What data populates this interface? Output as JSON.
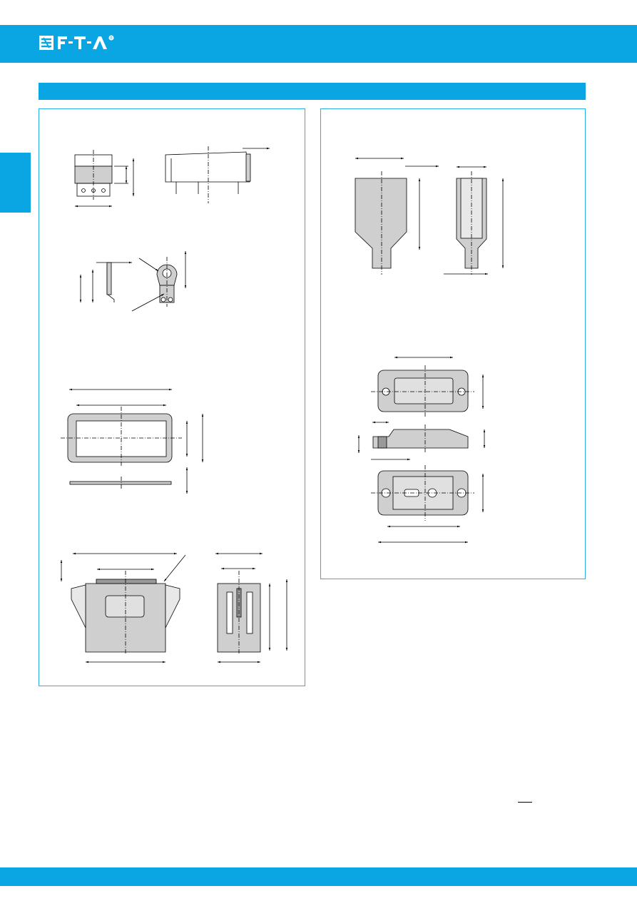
{
  "brand": {
    "logo_text": "F-T-A",
    "registered_mark": "®",
    "accent_color": "#0aa6e4"
  },
  "sections": {
    "title_bar": "",
    "left_panel": {
      "label": ""
    },
    "right_panel": {
      "label": ""
    }
  },
  "drawings": [
    {
      "name": "connector-front-view"
    },
    {
      "name": "connector-side-view"
    },
    {
      "name": "bracket-side-view"
    },
    {
      "name": "bracket-front-view"
    },
    {
      "name": "frame-top-view"
    },
    {
      "name": "frame-edge-view"
    },
    {
      "name": "housing-front-section"
    },
    {
      "name": "housing-side-section"
    },
    {
      "name": "boot-front-view"
    },
    {
      "name": "boot-side-view"
    },
    {
      "name": "flange-top-view"
    },
    {
      "name": "flange-side-section"
    },
    {
      "name": "flange-bottom-view"
    }
  ],
  "footer": {
    "page_label": ""
  }
}
